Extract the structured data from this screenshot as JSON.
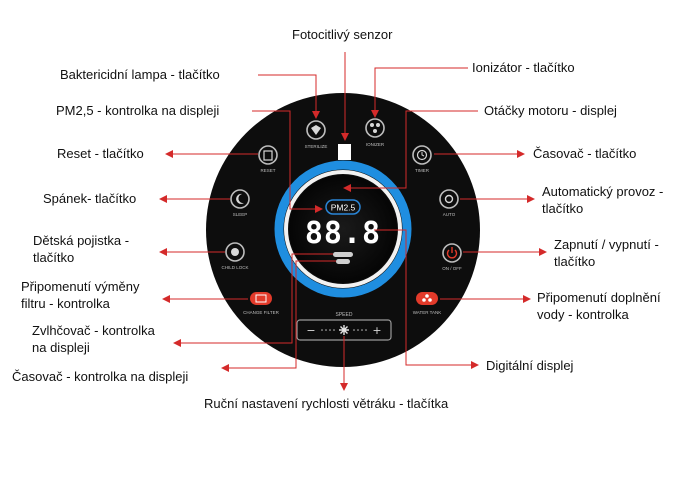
{
  "labels": {
    "photosensor": "Fotocitlivý senzor",
    "uv_lamp": "Baktericidní lampa - tlačítko",
    "ionizer": "Ionizátor - tlačítko",
    "pm25": "PM2,5 - kontrolka na displeji",
    "motor_speed": "Otáčky motoru - displej",
    "reset": "Reset - tlačítko",
    "timer_btn": "Časovač - tlačítko",
    "sleep": "Spánek- tlačítko",
    "auto": "Automatický provoz - tlačítko",
    "child_lock": "Dětská pojistka - tlačítko",
    "power": "Zapnutí / vypnutí - tlačítko",
    "filter": "Připomenutí výměny filtru - kontrolka",
    "water": "Připomenutí doplnění vody - kontrolka",
    "humidifier": "Zvlhčovač - kontrolka na displeji",
    "timer_ind": "Časovač - kontrolka na displeji",
    "digital_display": "Digitální displej",
    "fan_speed": "Ruční nastavení rychlosti větráku - tlačítka"
  },
  "panel": {
    "buttons": {
      "sterilize": "STERILIZE",
      "ionizer": "IONIZER",
      "reset": "RESET",
      "timer": "TIMER",
      "sleep": "SLEEP",
      "auto": "AUTO",
      "child_lock": "CHILD LOCK",
      "on_off": "ON / OFF",
      "change_filter": "CHANGE FILTER",
      "water_tank": "WATER TANK"
    },
    "pm_badge": "PM2.5",
    "reading": "88.8",
    "speed_label": "SPEED",
    "minus": "−",
    "plus": "+"
  },
  "colors": {
    "arrow": "#d42a2a",
    "ring": "#1f8ee0",
    "panel": "#0d0d0d",
    "indicator_red": "#e23a2a"
  }
}
